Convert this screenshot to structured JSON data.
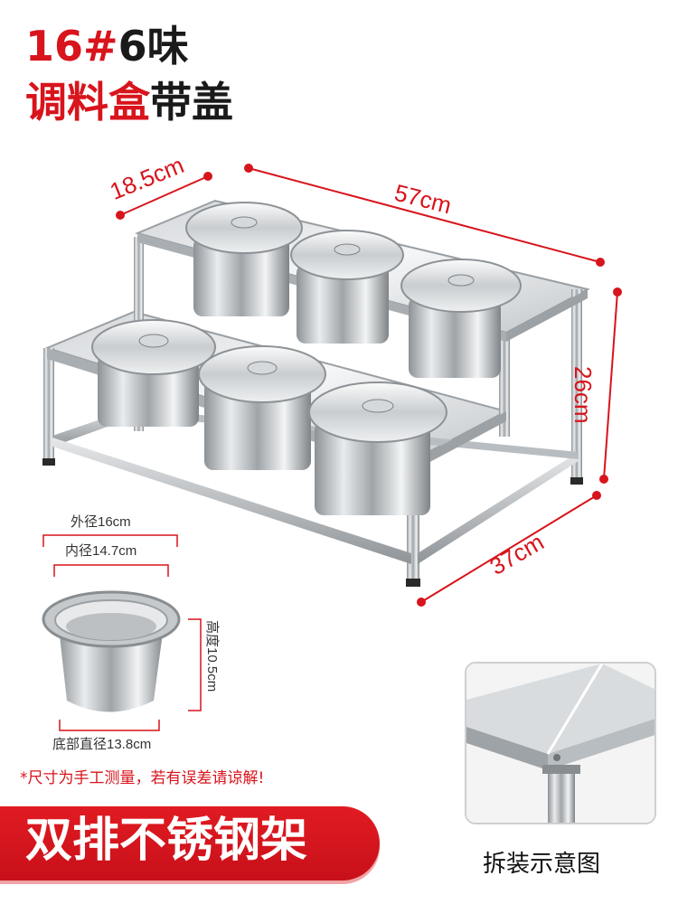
{
  "title": {
    "line1_red": "16#",
    "line1_black": "6味",
    "line2_red": "调料盒",
    "line2_black": "带盖"
  },
  "dimensions": {
    "depth": "18.5cm",
    "length": "57cm",
    "height": "26cm",
    "width": "37cm"
  },
  "pot": {
    "outer_diameter": "外径16cm",
    "inner_diameter": "内径14.7cm",
    "height": "高度10.5cm",
    "bottom_diameter": "底部直径13.8cm"
  },
  "footnote": "*尺寸为手工测量，若有误差请谅解!",
  "banner": "双排不锈钢架",
  "inset_caption": "拆装示意图",
  "colors": {
    "accent": "#d8141c",
    "steel": "#b8bcc0"
  }
}
